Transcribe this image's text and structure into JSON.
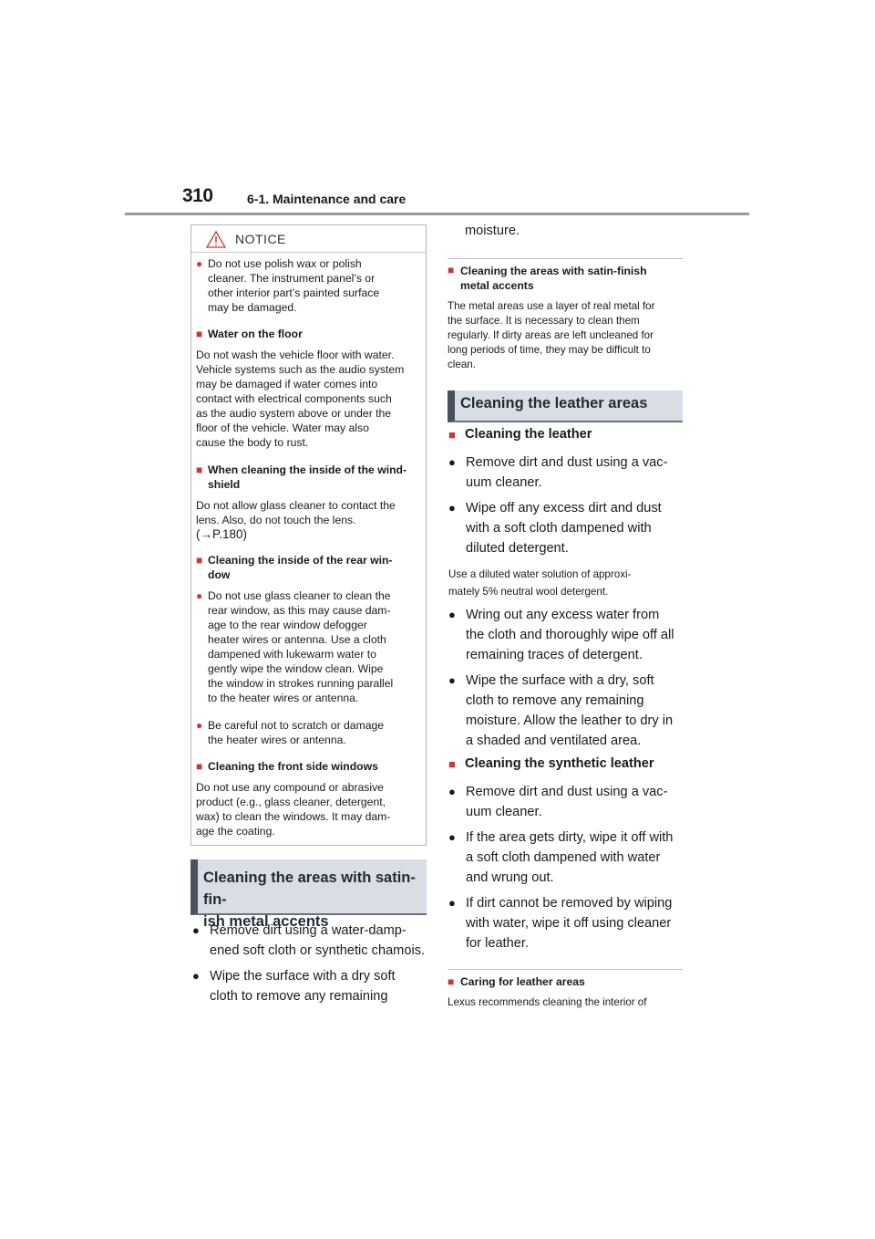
{
  "header": {
    "page_number": "310",
    "section": "6-1. Maintenance and care"
  },
  "notice": {
    "title": "NOTICE",
    "lines": [
      "Do not use polish wax or polish",
      "cleaner. The instrument panel’s or",
      "other interior part’s painted surface",
      "may be damaged."
    ],
    "floor_head": "Water on the floor",
    "floor_lines": [
      "Do not wash the vehicle floor with water.",
      "Vehicle systems such as the audio system",
      "may be damaged if water comes into",
      "contact with electrical components such",
      "as the audio system above or under the",
      "floor of the vehicle. Water may also",
      "cause the body to rust."
    ],
    "windshield_head_1": "When cleaning the inside of the wind-",
    "windshield_head_2": "shield",
    "windshield_lines": [
      "Do not allow glass cleaner to contact the",
      "lens. Also, do not touch the lens.",
      "(→P.180)"
    ],
    "rear_head_1": "Cleaning the inside of the rear win-",
    "rear_head_2": "dow",
    "rear_lines": [
      "Do not use glass cleaner to clean the",
      "rear window, as this may cause dam-",
      "age to the rear window defogger",
      "heater wires or antenna. Use a cloth",
      "dampened with lukewarm water to",
      "gently wipe the window clean. Wipe",
      "the window in strokes running parallel",
      "to the heater wires or antenna."
    ],
    "careful_lines": [
      "Be careful not to scratch or damage",
      "the heater wires or antenna."
    ],
    "front_head": "Cleaning the front side windows",
    "front_lines": [
      "Do not use any compound or abrasive",
      "product (e.g., glass cleaner, detergent,",
      "wax) to clean the windows. It may dam-",
      "age the coating."
    ]
  },
  "satin_section": {
    "heading_1": "Cleaning the areas with satin-fin-",
    "heading_2": "ish metal accents",
    "bullet1_1": "Remove dirt using a water-damp-",
    "bullet1_2": "ened soft cloth or synthetic chamois.",
    "bullet2_1": "Wipe the surface with a dry soft",
    "bullet2_2": "cloth to remove any remaining",
    "continued": "moisture."
  },
  "satin_note": {
    "head_1": "Cleaning the areas with satin-finish",
    "head_2": "metal accents",
    "lines": [
      "The metal areas use a layer of real metal for",
      "the surface. It is necessary to clean them",
      "regularly. If dirty areas are left uncleaned for",
      "long periods of time, they may be difficult to",
      "clean."
    ]
  },
  "leather_section": {
    "heading": "Cleaning the leather areas",
    "sub1": "Cleaning the leather",
    "b1": [
      "Remove dirt and dust using a vac-",
      "uum cleaner."
    ],
    "b2": [
      "Wipe off any excess dirt and dust",
      "with a soft cloth dampened with",
      "diluted detergent."
    ],
    "note": [
      "Use a diluted water solution of approxi-",
      "mately 5% neutral wool detergent."
    ],
    "b3": [
      "Wring out any excess water from",
      "the cloth and thoroughly wipe off all",
      "remaining traces of detergent."
    ],
    "b4": [
      "Wipe the surface with a dry, soft",
      "cloth to remove any remaining",
      "moisture. Allow the leather to dry in",
      "a shaded and ventilated area."
    ],
    "sub2": "Cleaning the synthetic leather",
    "b5": [
      "Remove dirt and dust using a vac-",
      "uum cleaner."
    ],
    "b6": [
      "If the area gets dirty, wipe it off with",
      "a soft cloth dampened with water",
      "and wrung out."
    ],
    "b7": [
      "If dirt cannot be removed by wiping",
      "with water, wipe it off using cleaner",
      "for leather."
    ]
  },
  "caring": {
    "head": "Caring for leather areas",
    "line": "Lexus recommends cleaning the interior of"
  },
  "colors": {
    "marker": "#c43a3a",
    "heading_bg": "#d9dde4",
    "heading_bar": "#47525e"
  }
}
